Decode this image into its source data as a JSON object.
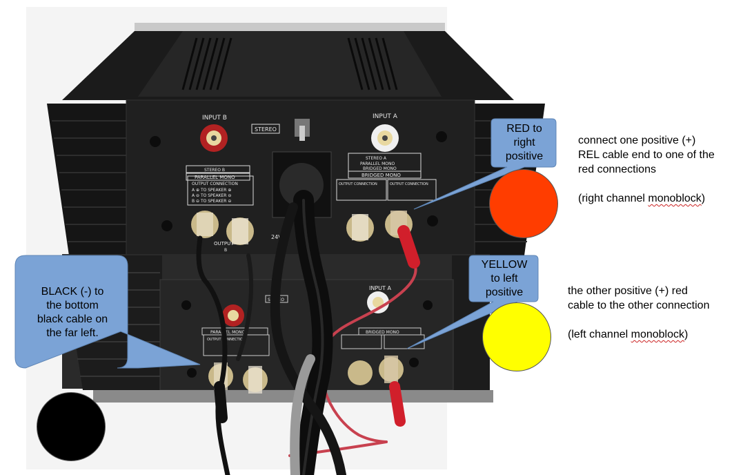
{
  "callouts": {
    "red": {
      "text": "RED to\nright\npositive",
      "color": "#7ba3d6"
    },
    "yellow": {
      "text": "YELLOW\nto left\npositive",
      "color": "#7ba3d6"
    },
    "black": {
      "text": "BLACK (-) to\nthe bottom\nblack cable on\nthe far left.",
      "color": "#7ba3d6"
    }
  },
  "notes": {
    "right": {
      "line1": "connect one positive (+)",
      "line2": "REL cable end to one of the",
      "line3": "red connections",
      "channel_prefix": "(right channel ",
      "channel_word": "monoblock",
      "channel_suffix": ")"
    },
    "left": {
      "line1": "the other positive (+) red",
      "line2": "cable to the other connection",
      "channel_prefix": "(left channel ",
      "channel_word": "monoblock",
      "channel_suffix": ")"
    }
  },
  "dots": {
    "red": "#ff3d00",
    "yellow": "#ffff00",
    "black": "#000000"
  },
  "panel_labels": {
    "top": {
      "input_b": "INPUT B",
      "input_a": "INPUT A",
      "stereo": "STEREO",
      "stereo_b": "STEREO B",
      "parallel_mono": "PARALLEL MONO",
      "stereo_a": "STEREO A",
      "parallel_mono_a": "PARALLEL MONO",
      "bridged_mono": "BRIDGED MONO",
      "bridged_mono_box": "BRIDGED MONO",
      "output_connection": "OUTPUT CONNECTION",
      "row_a": "A ⊕ TO SPEAKER ⊕",
      "row_a2": "A ⊖ TO SPEAKER ⊖",
      "row_b": "B ⊖ TO SPEAKER ⊖",
      "voltage": "24V",
      "output": "OUTPUT",
      "output_b": "B"
    },
    "bottom": {
      "input_a": "INPUT A",
      "stereo": "STEREO",
      "parallel_mono": "PARALLEL MONO",
      "bridged_mono": "BRIDGED MONO",
      "output_connection": "OUTPUT CONNECTION"
    }
  }
}
